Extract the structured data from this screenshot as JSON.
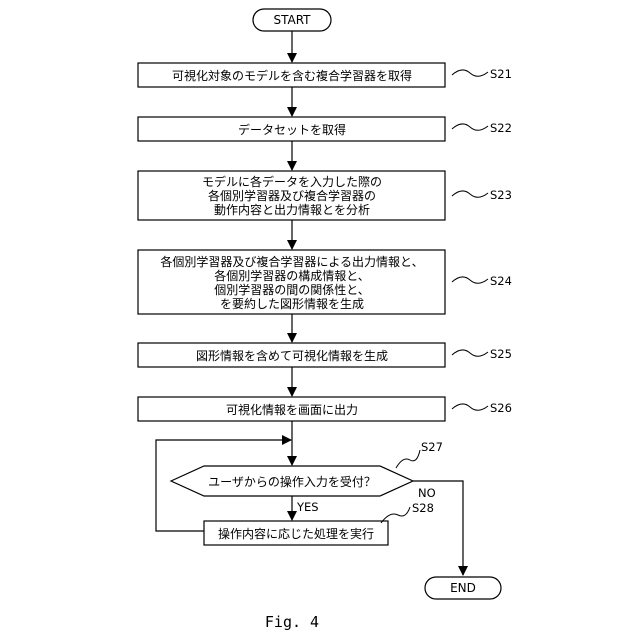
{
  "start": "START",
  "end": "END",
  "steps": [
    {
      "id": "S21",
      "label": "S21",
      "lines": [
        "可視化対象のモデルを含む複合学習器を取得"
      ]
    },
    {
      "id": "S22",
      "label": "S22",
      "lines": [
        "データセットを取得"
      ]
    },
    {
      "id": "S23",
      "label": "S23",
      "lines": [
        "モデルに各データを入力した際の",
        "各個別学習器及び複合学習器の",
        "動作内容と出力情報とを分析"
      ]
    },
    {
      "id": "S24",
      "label": "S24",
      "lines": [
        "各個別学習器及び複合学習器による出力情報と、",
        "各個別学習器の構成情報と、",
        "個別学習器の間の関係性と、",
        "を要約した図形情報を生成"
      ]
    },
    {
      "id": "S25",
      "label": "S25",
      "lines": [
        "図形情報を含めて可視化情報を生成"
      ]
    },
    {
      "id": "S26",
      "label": "S26",
      "lines": [
        "可視化情報を画面に出力"
      ]
    }
  ],
  "decision": {
    "id": "S27",
    "label": "S27",
    "text": "ユーザからの操作入力を受付？",
    "yes": "YES",
    "no": "NO"
  },
  "action": {
    "id": "S28",
    "label": "S28",
    "text": "操作内容に応じた処理を実行"
  },
  "caption": "Fig. 4"
}
